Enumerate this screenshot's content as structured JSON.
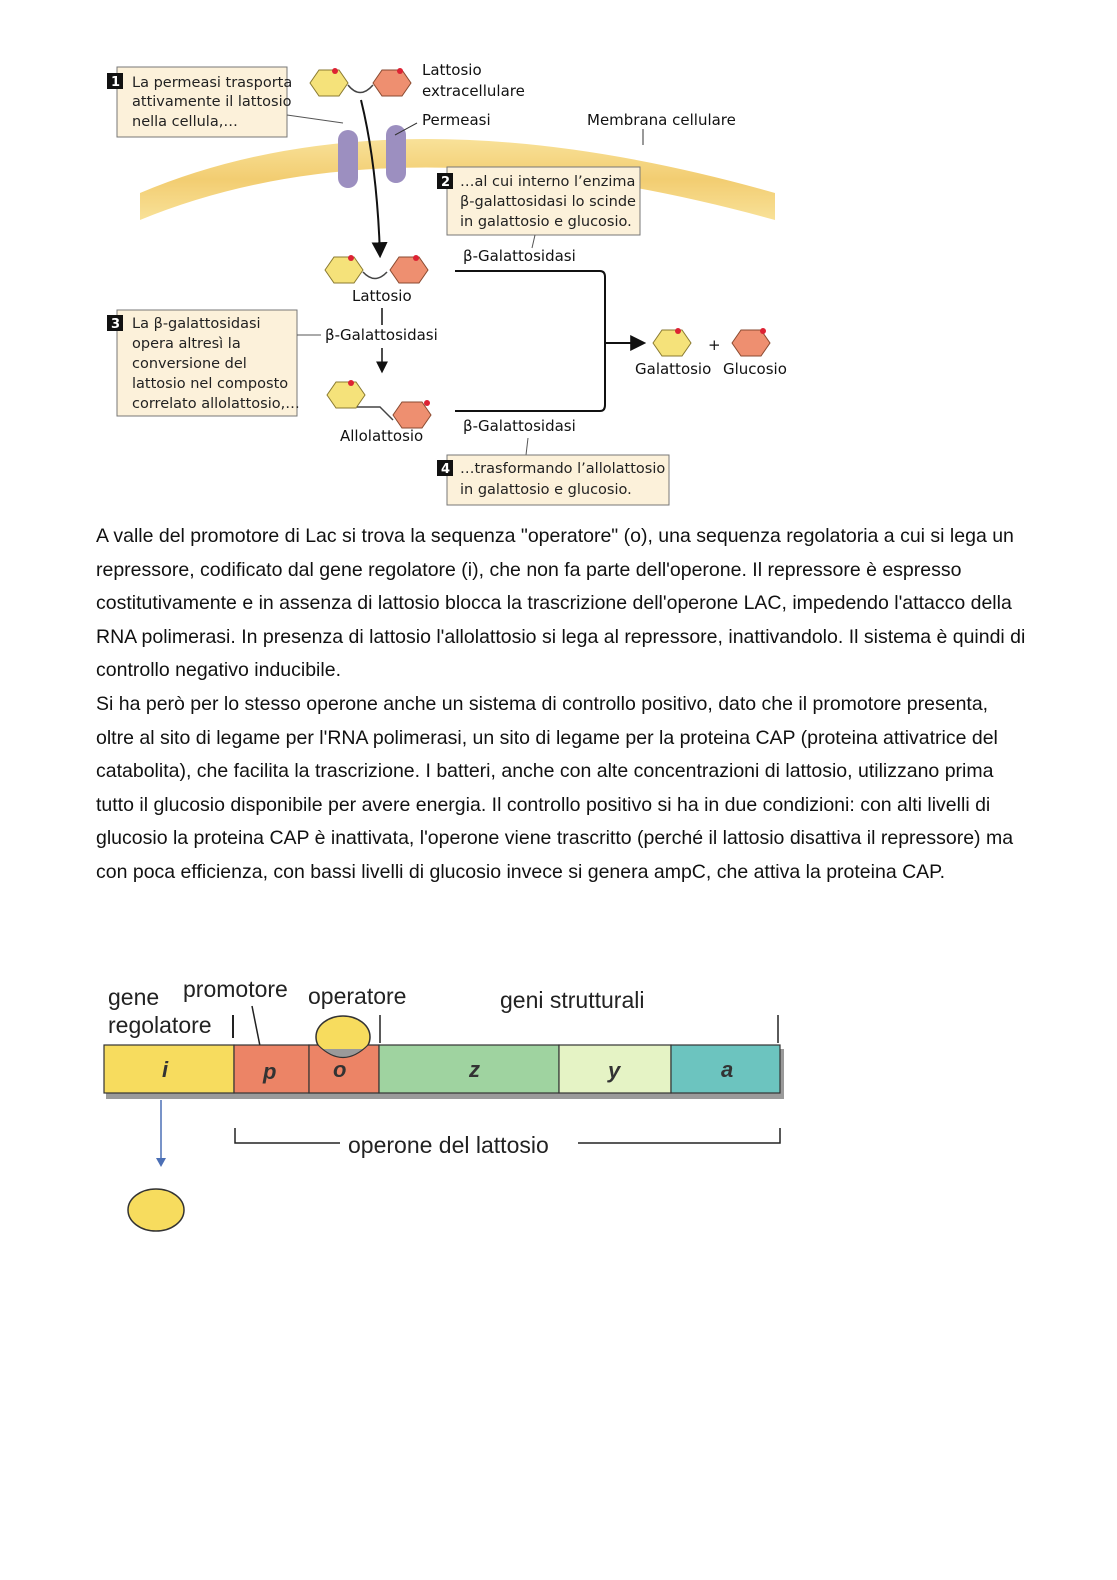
{
  "figure1": {
    "labels": {
      "extracellular_lactose_1": "Lattosio",
      "extracellular_lactose_2": "extracellulare",
      "permease": "Permeasi",
      "membrane": "Membrana cellulare",
      "lactose": "Lattosio",
      "bgal_center": "β-Galattosidasi",
      "bgal_top": "β-Galattosidasi",
      "bgal_bottom": "β-Galattosidasi",
      "allolactose": "Allolattosio",
      "galactose": "Galattosio",
      "plus": "+",
      "glucose": "Glucosio"
    },
    "steps": [
      {
        "number": "1",
        "lines": [
          "La permeasi trasporta",
          "attivamente il lattosio",
          "nella cellula,…"
        ]
      },
      {
        "number": "2",
        "lines": [
          "…al cui interno l’enzima",
          "β-galattosidasi lo scinde",
          "in galattosio e glucosio."
        ]
      },
      {
        "number": "3",
        "lines": [
          "La β-galattosidasi",
          "opera altresì la",
          "conversione del",
          "lattosio nel composto",
          "correlato allolattosio,…"
        ]
      },
      {
        "number": "4",
        "lines": [
          "…trasformando l’allolattosio",
          "in galattosio e glucosio."
        ]
      }
    ],
    "colors": {
      "galactose": "#f5e27a",
      "glucose": "#ee8f70",
      "membrane": "#f2cc6b",
      "permease": "#9c8fc0",
      "box_fill": "#fcf1da"
    }
  },
  "paragraphs": [
    "A valle del promotore di Lac si trova la sequenza \"operatore\" (o), una sequenza regolatoria a cui si lega un repressore, codificato dal gene regolatore (i), che non fa parte dell'operone. Il repressore è espresso costitutivamente e in assenza di lattosio blocca la trascrizione dell'operone LAC, impedendo l'attacco della RNA polimerasi. In presenza di lattosio l'allolattosio si lega al repressore, inattivandolo. Il sistema è quindi di controllo negativo inducibile.",
    "Si ha però per lo stesso operone anche un sistema di controllo positivo, dato che il promotore presenta, oltre al sito di legame per l'RNA polimerasi, un sito di legame per la proteina CAP (proteina attivatrice del catabolita), che facilita la trascrizione. I batteri, anche con alte concentrazioni di lattosio, utilizzano prima tutto il glucosio disponibile per avere energia. Il controllo positivo si ha in due condizioni: con alti livelli di glucosio la proteina CAP è inattivata, l'operone viene trascritto (perché il lattosio disattiva il repressore) ma con poca efficienza, con bassi livelli di glucosio invece si genera ampC, che attiva la proteina CAP."
  ],
  "figure2": {
    "labels": {
      "regulator_1": "gene",
      "regulator_2": "regolatore",
      "promoter": "promotore",
      "operator": "operatore",
      "structural": "geni strutturali",
      "operon": "operone del lattosio"
    },
    "genes": [
      {
        "label": "i",
        "color": "#f7dc5e"
      },
      {
        "label": "p",
        "color": "#ec8466"
      },
      {
        "label": "o",
        "color": "#ec8466"
      },
      {
        "label": "z",
        "color": "#9fd3a0"
      },
      {
        "label": "y",
        "color": "#e5f3c5"
      },
      {
        "label": "a",
        "color": "#6cc4bf"
      }
    ],
    "repressor_color": "#f7dc5e"
  }
}
